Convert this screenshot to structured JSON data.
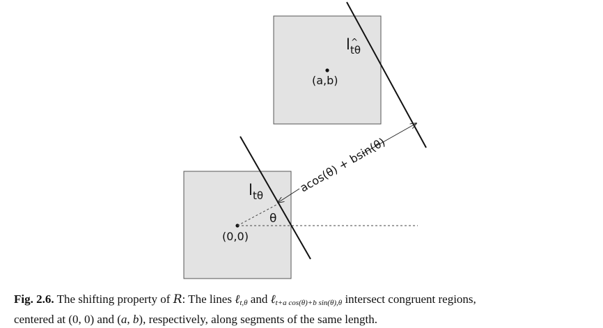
{
  "figure": {
    "square_top_point_label": "(a,b)",
    "square_top_line_label": "l",
    "square_top_line_label_sub": "tθ",
    "square_bottom_point_label": "(0,0)",
    "square_bottom_line_label": "l",
    "square_bottom_line_label_sub": "tθ",
    "angle_label": "θ",
    "distance_label": "acos(θ) + bsin(θ)"
  },
  "caption": {
    "number": "Fig. 2.6.",
    "text_1": "The shifting property of",
    "calligraphic_R": "R",
    "text_2": ": The lines",
    "line_1_symbol": "ℓ",
    "line_1_sub": "t,θ",
    "text_and": "and",
    "line_2_symbol": "ℓ",
    "line_2_sub": "t+a cos(θ)+b sin(θ),θ",
    "text_3": "intersect congruent regions,",
    "text_4": "centered at",
    "center_1": "(0, 0)",
    "text_and_2": "and",
    "center_2_open": "(",
    "center_2_a": "a",
    "center_2_comma": ", ",
    "center_2_b": "b",
    "center_2_close": ")",
    "text_5": ", respectively, along segments of the same length."
  }
}
